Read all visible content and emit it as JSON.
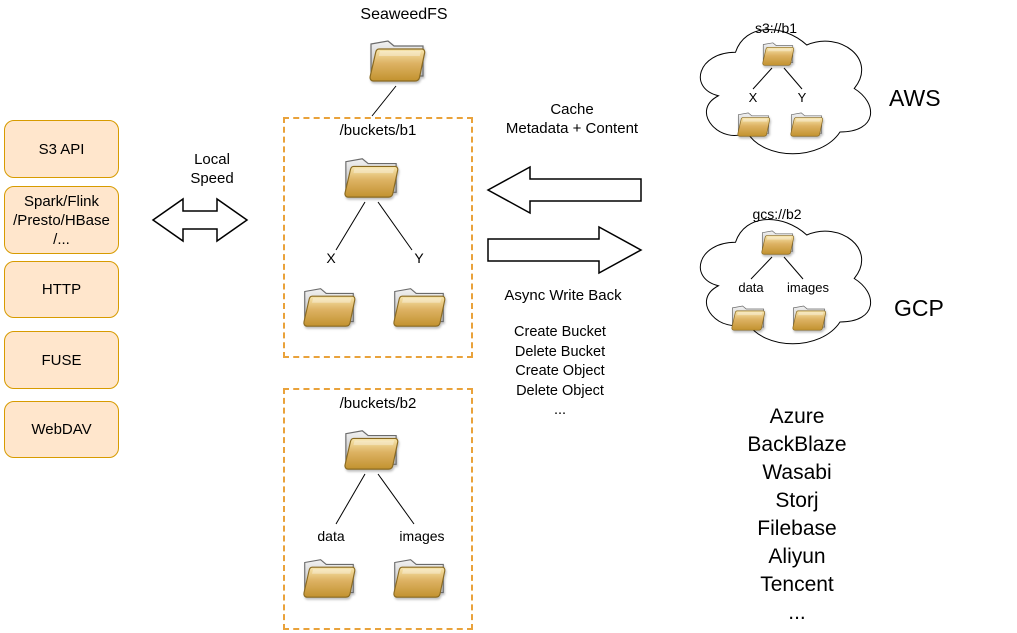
{
  "diagram": {
    "title": "SeaweedFS",
    "left_boxes": [
      {
        "label": "S3 API"
      },
      {
        "label": "Spark/Flink\n/Presto/HBase\n/..."
      },
      {
        "label": "HTTP"
      },
      {
        "label": "FUSE"
      },
      {
        "label": "WebDAV"
      }
    ],
    "local_arrow_label": "Local\nSpeed",
    "bucket1": {
      "title": "/buckets/b1",
      "children": [
        "X",
        "Y"
      ]
    },
    "bucket2": {
      "title": "/buckets/b2",
      "children": [
        "data",
        "images"
      ]
    },
    "cache_label": "Cache\nMetadata + Content",
    "async_label": "Async Write Back",
    "operations": [
      "Create Bucket",
      "Delete Bucket",
      "Create Object",
      "Delete Object",
      "..."
    ],
    "aws": {
      "bucket": "s3://b1",
      "children": [
        "X",
        "Y"
      ],
      "label": "AWS"
    },
    "gcp": {
      "bucket": "gcs://b2",
      "children": [
        "data",
        "images"
      ],
      "label": "GCP"
    },
    "providers": [
      "Azure",
      "BackBlaze",
      "Wasabi",
      "Storj",
      "Filebase",
      "Aliyun",
      "Tencent",
      "..."
    ],
    "colors": {
      "box_fill": "#ffe6cc",
      "box_stroke": "#d79b00",
      "dashed_stroke": "#e9a23b"
    }
  }
}
